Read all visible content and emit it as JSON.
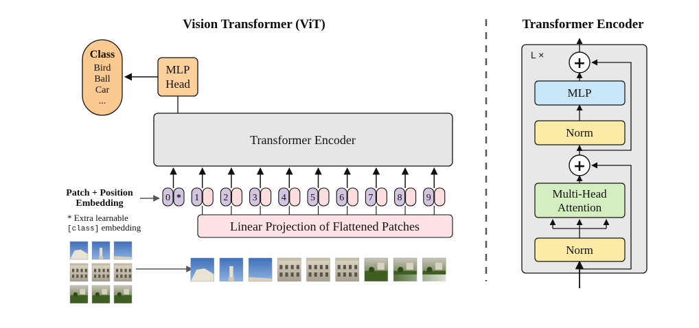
{
  "vit": {
    "title": "Vision Transformer (ViT)",
    "class_box": {
      "heading": "Class",
      "items": [
        "Bird",
        "Ball",
        "Car",
        "..."
      ]
    },
    "mlp_head": {
      "line1": "MLP",
      "line2": "Head"
    },
    "encoder_label": "Transformer Encoder",
    "embedding_label": {
      "line1": "Patch + Position",
      "line2": "Embedding"
    },
    "extra_note": {
      "line1": "* Extra learnable",
      "line2_mono": "[class]",
      "line2_rest": " embedding"
    },
    "projection_label": "Linear Projection of Flattened Patches",
    "tokens": [
      {
        "position": "0",
        "is_class_token": true,
        "marker": "*"
      },
      {
        "position": "1"
      },
      {
        "position": "2"
      },
      {
        "position": "3"
      },
      {
        "position": "4"
      },
      {
        "position": "5"
      },
      {
        "position": "6"
      },
      {
        "position": "7"
      },
      {
        "position": "8"
      },
      {
        "position": "9"
      }
    ]
  },
  "encoder_detail": {
    "title": "Transformer Encoder",
    "repeat_label": "L ×",
    "blocks": {
      "mlp": "MLP",
      "norm_top": "Norm",
      "attention_line1": "Multi-Head",
      "attention_line2": "Attention",
      "norm_bottom": "Norm"
    },
    "add_symbol": "+"
  },
  "colors": {
    "class_box": "#f9c98f",
    "mlp_head": "#fbd09b",
    "encoder_bg": "#e6e6e6",
    "projection": "#fde3e6",
    "position_embed": "#d2c5e0",
    "patch_embed": "#fcdede",
    "mlp_block": "#c7e6f7",
    "norm_block": "#fbeba5",
    "attention_block": "#d4edc1",
    "encoder_panel": "#e8e8e8"
  }
}
